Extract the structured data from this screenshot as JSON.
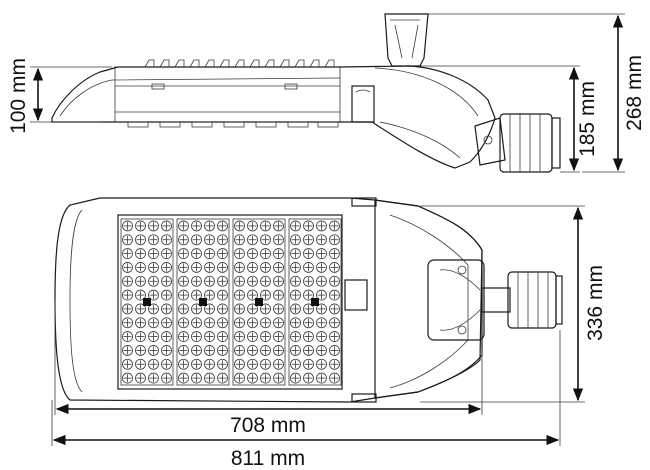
{
  "dimensions": {
    "height_front": "100 mm",
    "height_body": "185 mm",
    "height_total": "268 mm",
    "width_body": "336 mm",
    "length_body": "708 mm",
    "length_total": "811 mm"
  },
  "views": {
    "side": {
      "fins": 13
    },
    "top": {
      "led_modules": 4,
      "led_rows": 12,
      "led_cols": 4
    }
  },
  "colors": {
    "line": "#1a1a1a",
    "background": "#ffffff"
  }
}
